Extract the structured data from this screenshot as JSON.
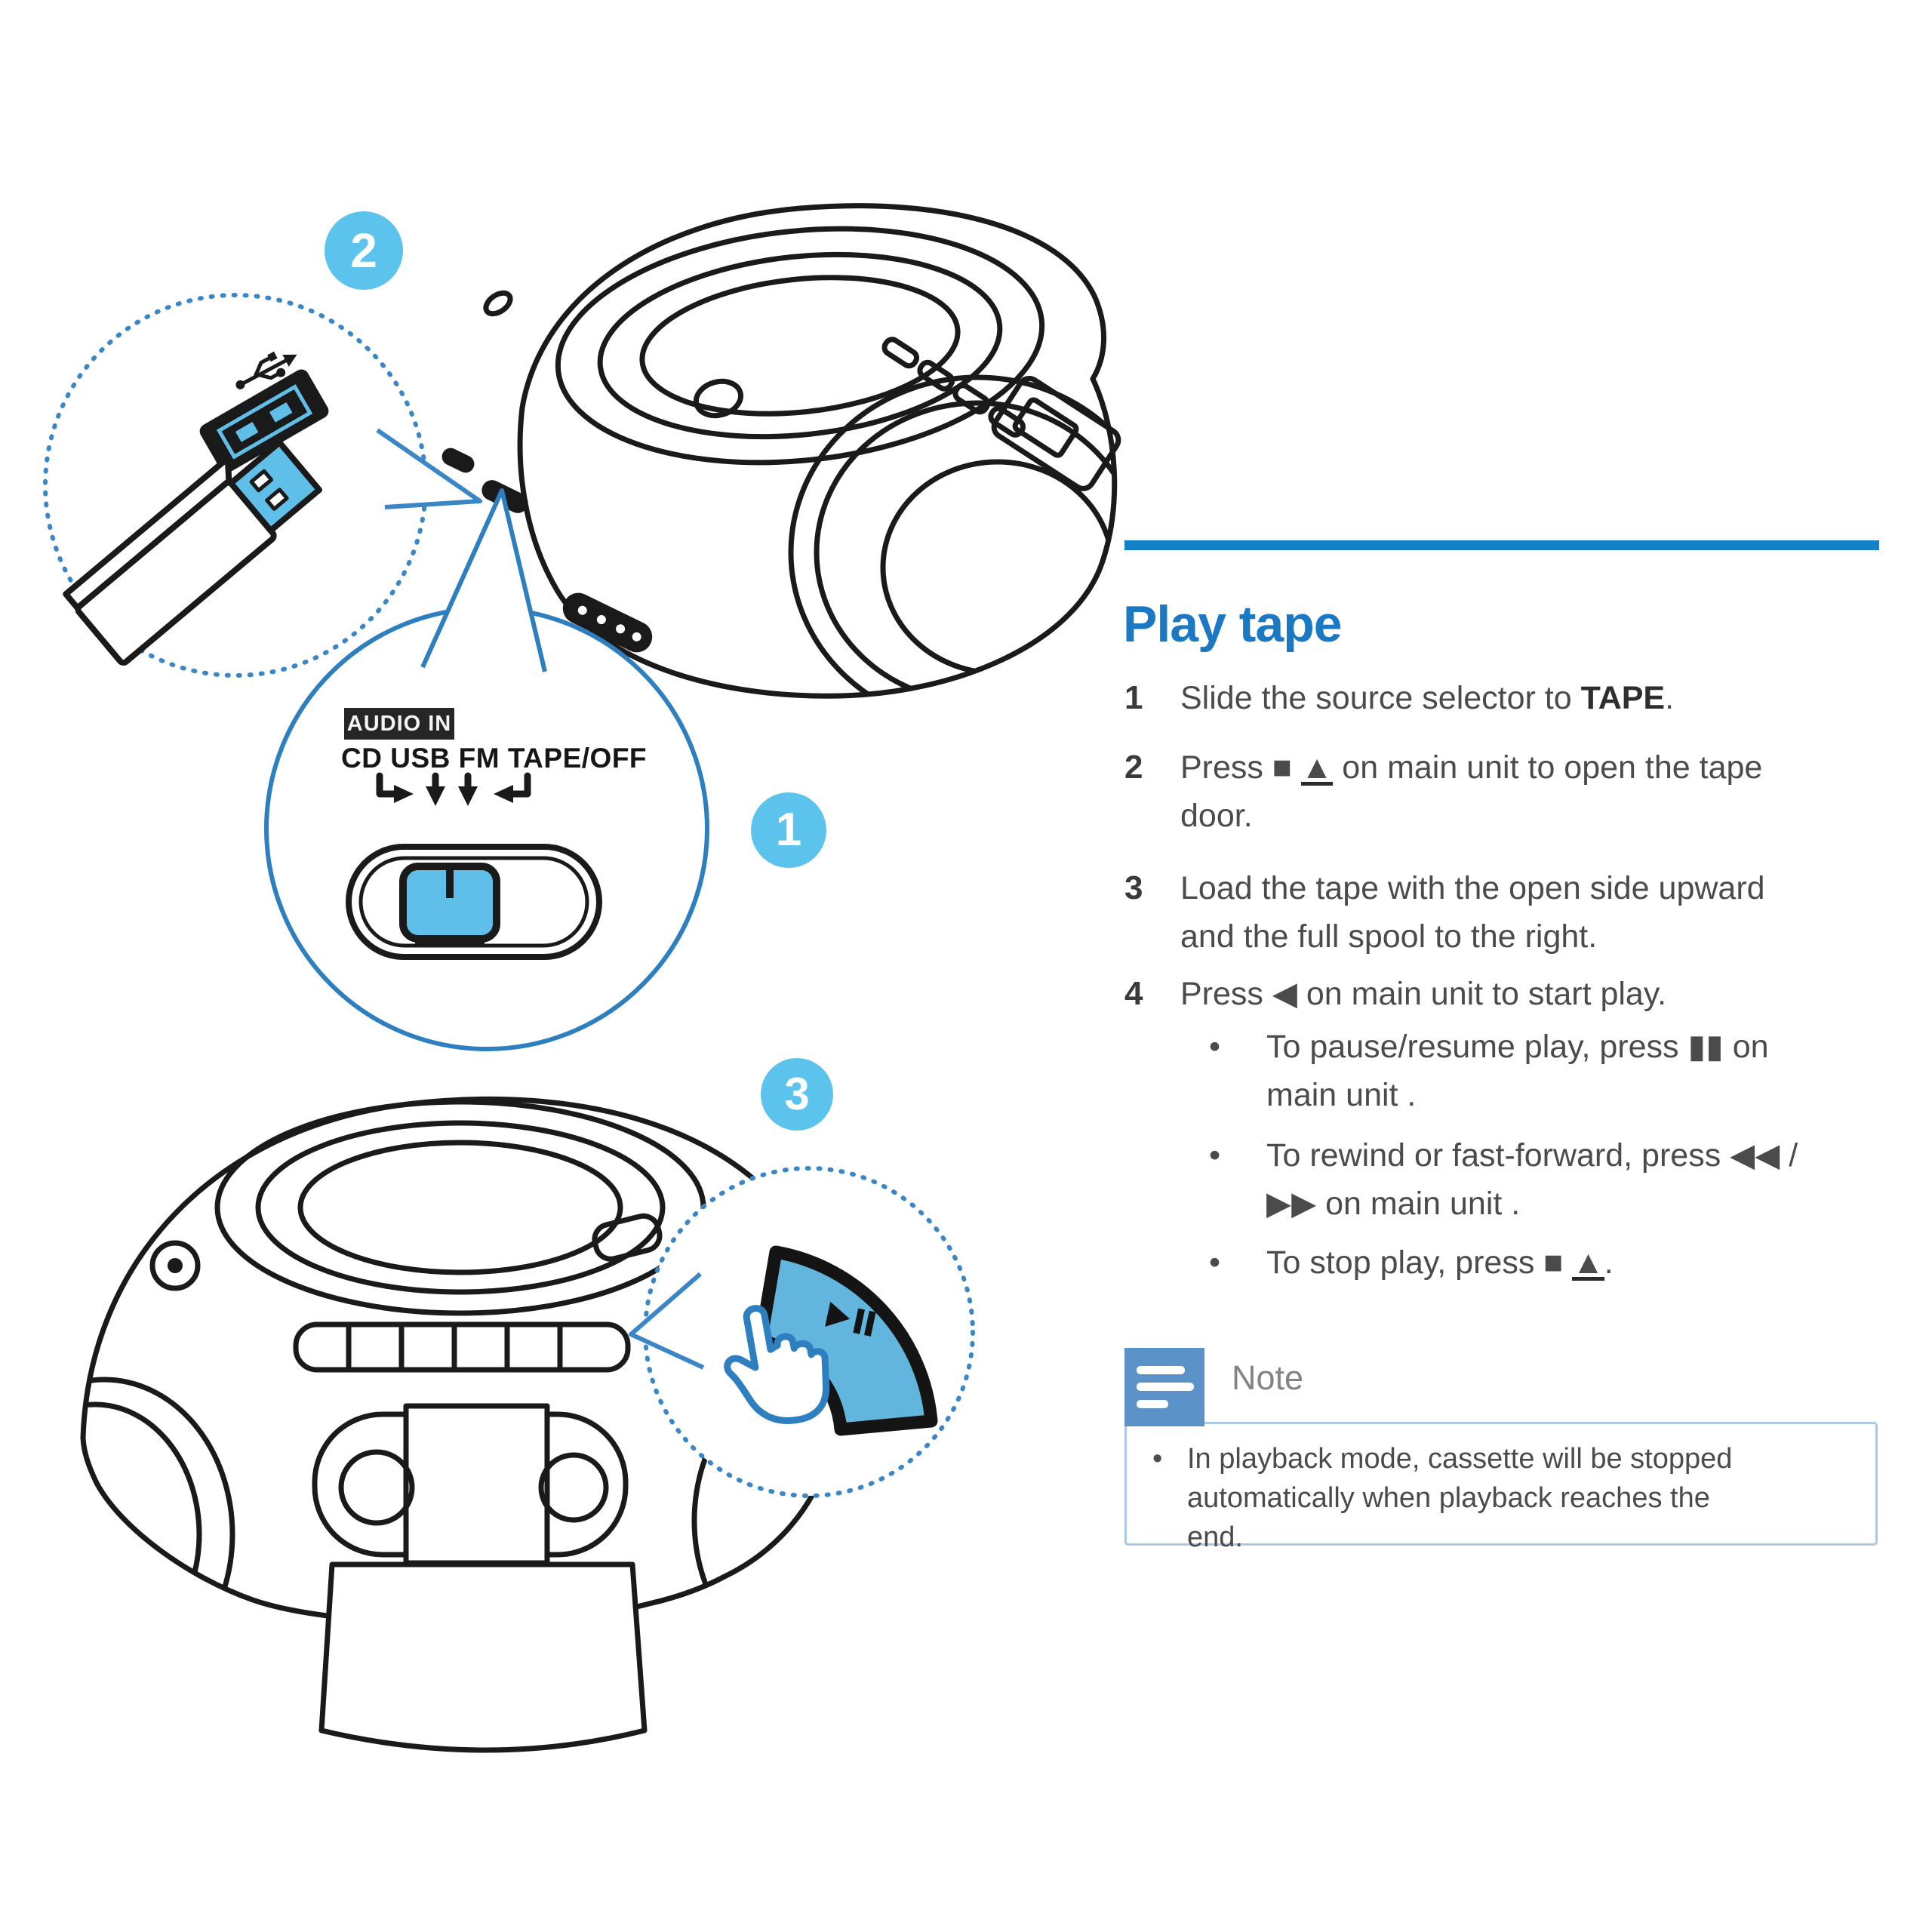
{
  "colors": {
    "heading_blue": "#1b78c2",
    "rule_blue": "#1480c5",
    "badge_blue": "#5cc3ec",
    "callout_blue": "#2e7fc0",
    "dotted_callout_blue": "#3a86c6",
    "button_blue": "#62b5dd",
    "note_icon_blue": "#5b93c8",
    "note_border_blue": "#abc8e6",
    "ink": "#1a1a1a",
    "body_text": "#4b4b4b"
  },
  "callouts": {
    "badge_1": "1",
    "badge_2": "2",
    "badge_3": "3",
    "audio_in_label": "AUDIO IN",
    "source_positions_label": "CD USB FM TAPE/OFF",
    "icons": [
      "usb-symbol-icon",
      "usb-flash-drive",
      "usb-port",
      "source-selector-switch",
      "play-pause-button-icon",
      "hand-cursor-icon"
    ]
  },
  "section": {
    "title": "Play tape",
    "steps": [
      {
        "num": "1",
        "pre": "Slide the source selector to ",
        "bold": "TAPE",
        "post": "."
      },
      {
        "num": "2",
        "pre": "Press ■ ",
        "eject": "▲",
        "post": " on main unit to open the tape door."
      },
      {
        "num": "3",
        "text": "Load the tape with the open side upward and the full spool to the right."
      },
      {
        "num": "4",
        "text": "Press ◀ on main unit to start play."
      }
    ],
    "bullet_glyph": "•",
    "sub_bullets": [
      {
        "text": "To pause/resume play, press ▮▮ on main unit ."
      },
      {
        "text": "To rewind or fast-forward, press ◀◀ / ▶▶ on main unit ."
      },
      {
        "pre": "To stop play, press ■ ",
        "eject": "▲",
        "post": "."
      }
    ]
  },
  "note": {
    "label": "Note",
    "items": [
      "In playback mode, cassette will be stopped automatically when playback reaches the end."
    ]
  }
}
